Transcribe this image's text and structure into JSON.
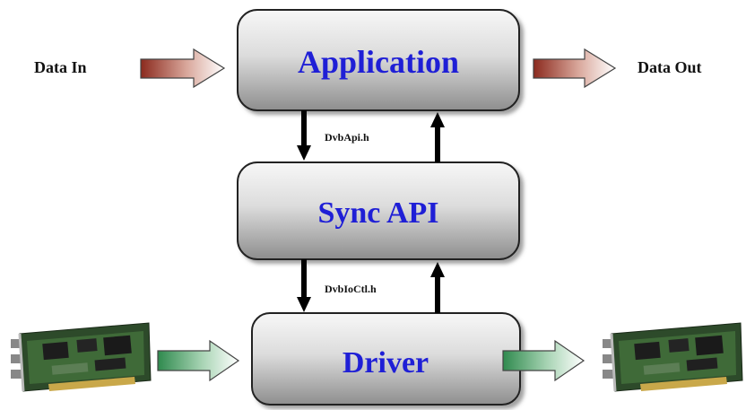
{
  "boxes": {
    "application": "Application",
    "sync_api": "Sync API",
    "driver": "Driver"
  },
  "labels": {
    "data_in": "Data In",
    "data_out": "Data Out",
    "header_top": "DvbApi.h",
    "header_bottom": "DvbIoCtl.h"
  },
  "colors": {
    "box_text": "#1f1fd6",
    "data_arrow_red": "#8b2a1e",
    "data_arrow_green": "#2f8a4e",
    "pcb_green": "#2d4a2a"
  }
}
